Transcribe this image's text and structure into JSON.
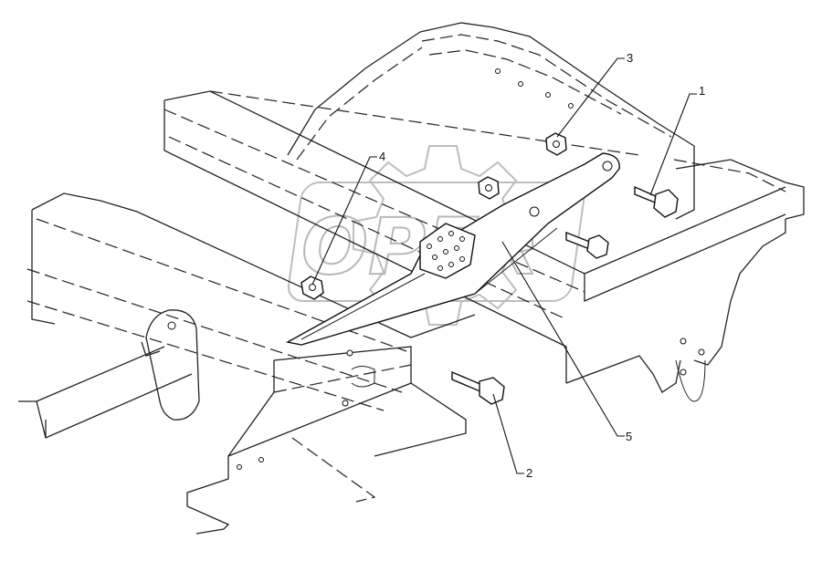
{
  "watermark": {
    "text": "OPEX"
  },
  "callouts": [
    {
      "id": "1",
      "label": "1"
    },
    {
      "id": "2",
      "label": "2"
    },
    {
      "id": "3",
      "label": "3"
    },
    {
      "id": "4",
      "label": "4"
    },
    {
      "id": "5",
      "label": "5"
    }
  ],
  "icons": {
    "bolt_long": "hex-bolt-icon",
    "nut": "hex-nut-icon",
    "plate": "bracket-plate-icon"
  }
}
